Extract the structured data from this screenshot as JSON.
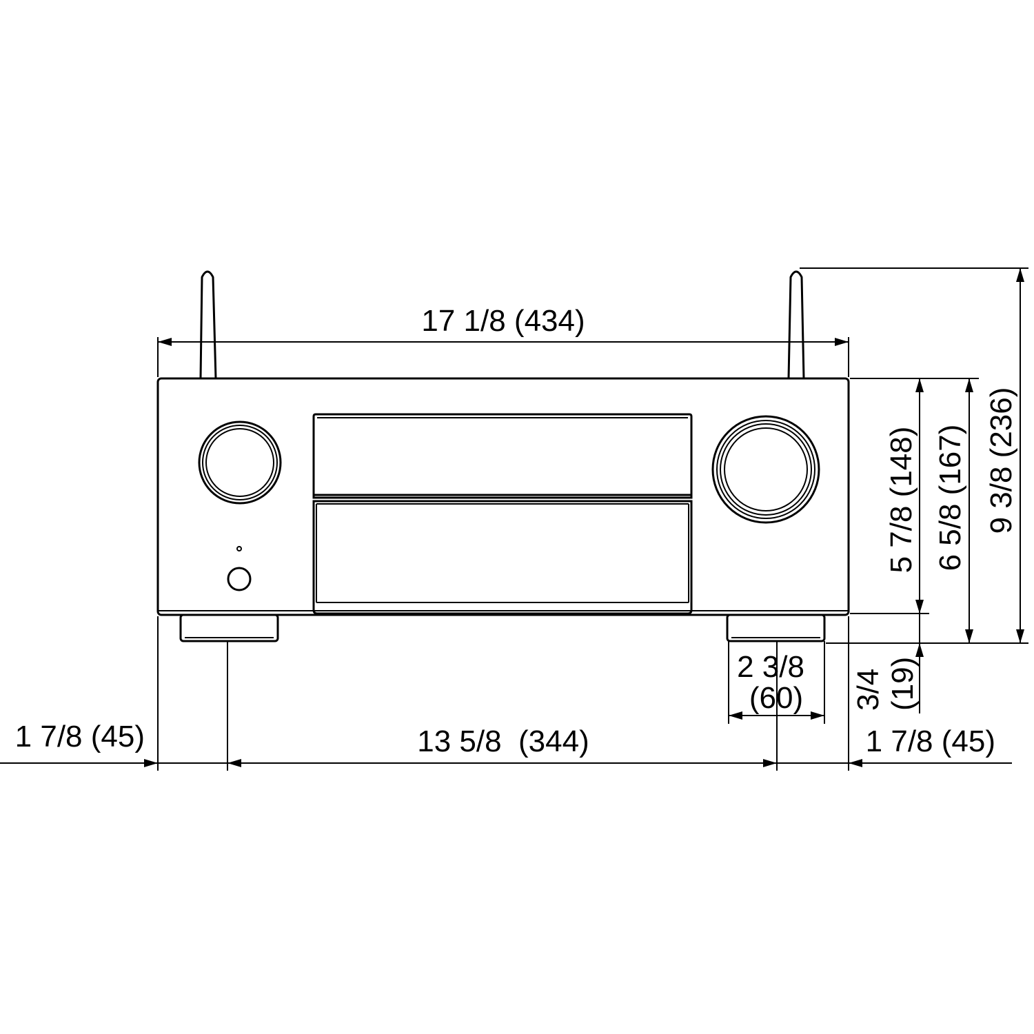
{
  "dimensions": {
    "width_total": "17 1/8 (434)",
    "foot_spacing": "13 5/8  (344)",
    "left_offset": "1 7/8 (45)",
    "right_offset": "1 7/8 (45)",
    "foot_width_in": "2 3/8",
    "foot_width_mm": "(60)",
    "foot_height_in": "3/4",
    "foot_height_mm": "(19)",
    "body_height": "5 7/8 (148)",
    "height_with_feet": "6 5/8 (167)",
    "height_with_antenna": "9 3/8 (236)"
  }
}
